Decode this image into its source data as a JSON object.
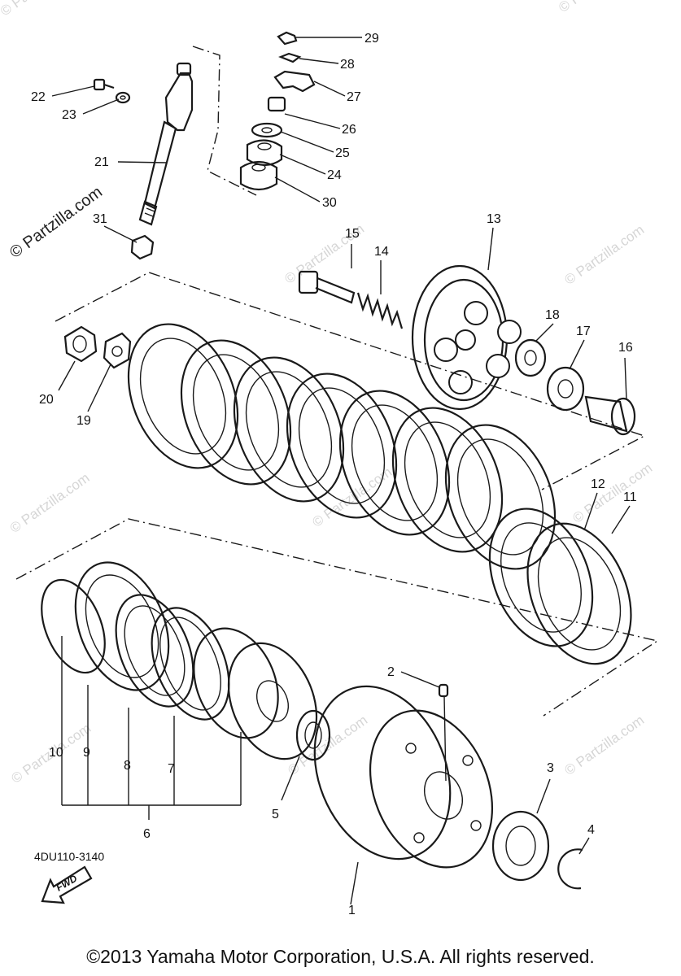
{
  "watermark": {
    "text": "© Partzilla.com"
  },
  "diagram": {
    "code": "4DU110-3140",
    "direction_marker": "FWD",
    "callouts": [
      {
        "number": "1"
      },
      {
        "number": "2"
      },
      {
        "number": "3"
      },
      {
        "number": "4"
      },
      {
        "number": "5"
      },
      {
        "number": "6"
      },
      {
        "number": "7"
      },
      {
        "number": "8"
      },
      {
        "number": "9"
      },
      {
        "number": "10"
      },
      {
        "number": "11"
      },
      {
        "number": "12"
      },
      {
        "number": "13"
      },
      {
        "number": "14"
      },
      {
        "number": "15"
      },
      {
        "number": "16"
      },
      {
        "number": "17"
      },
      {
        "number": "18"
      },
      {
        "number": "19"
      },
      {
        "number": "20"
      },
      {
        "number": "21"
      },
      {
        "number": "22"
      },
      {
        "number": "23"
      },
      {
        "number": "24"
      },
      {
        "number": "25"
      },
      {
        "number": "26"
      },
      {
        "number": "27"
      },
      {
        "number": "28"
      },
      {
        "number": "29"
      },
      {
        "number": "30"
      },
      {
        "number": "31"
      }
    ]
  },
  "footer": {
    "copyright": "©2013 Yamaha Motor Corporation, U.S.A. All rights reserved."
  }
}
